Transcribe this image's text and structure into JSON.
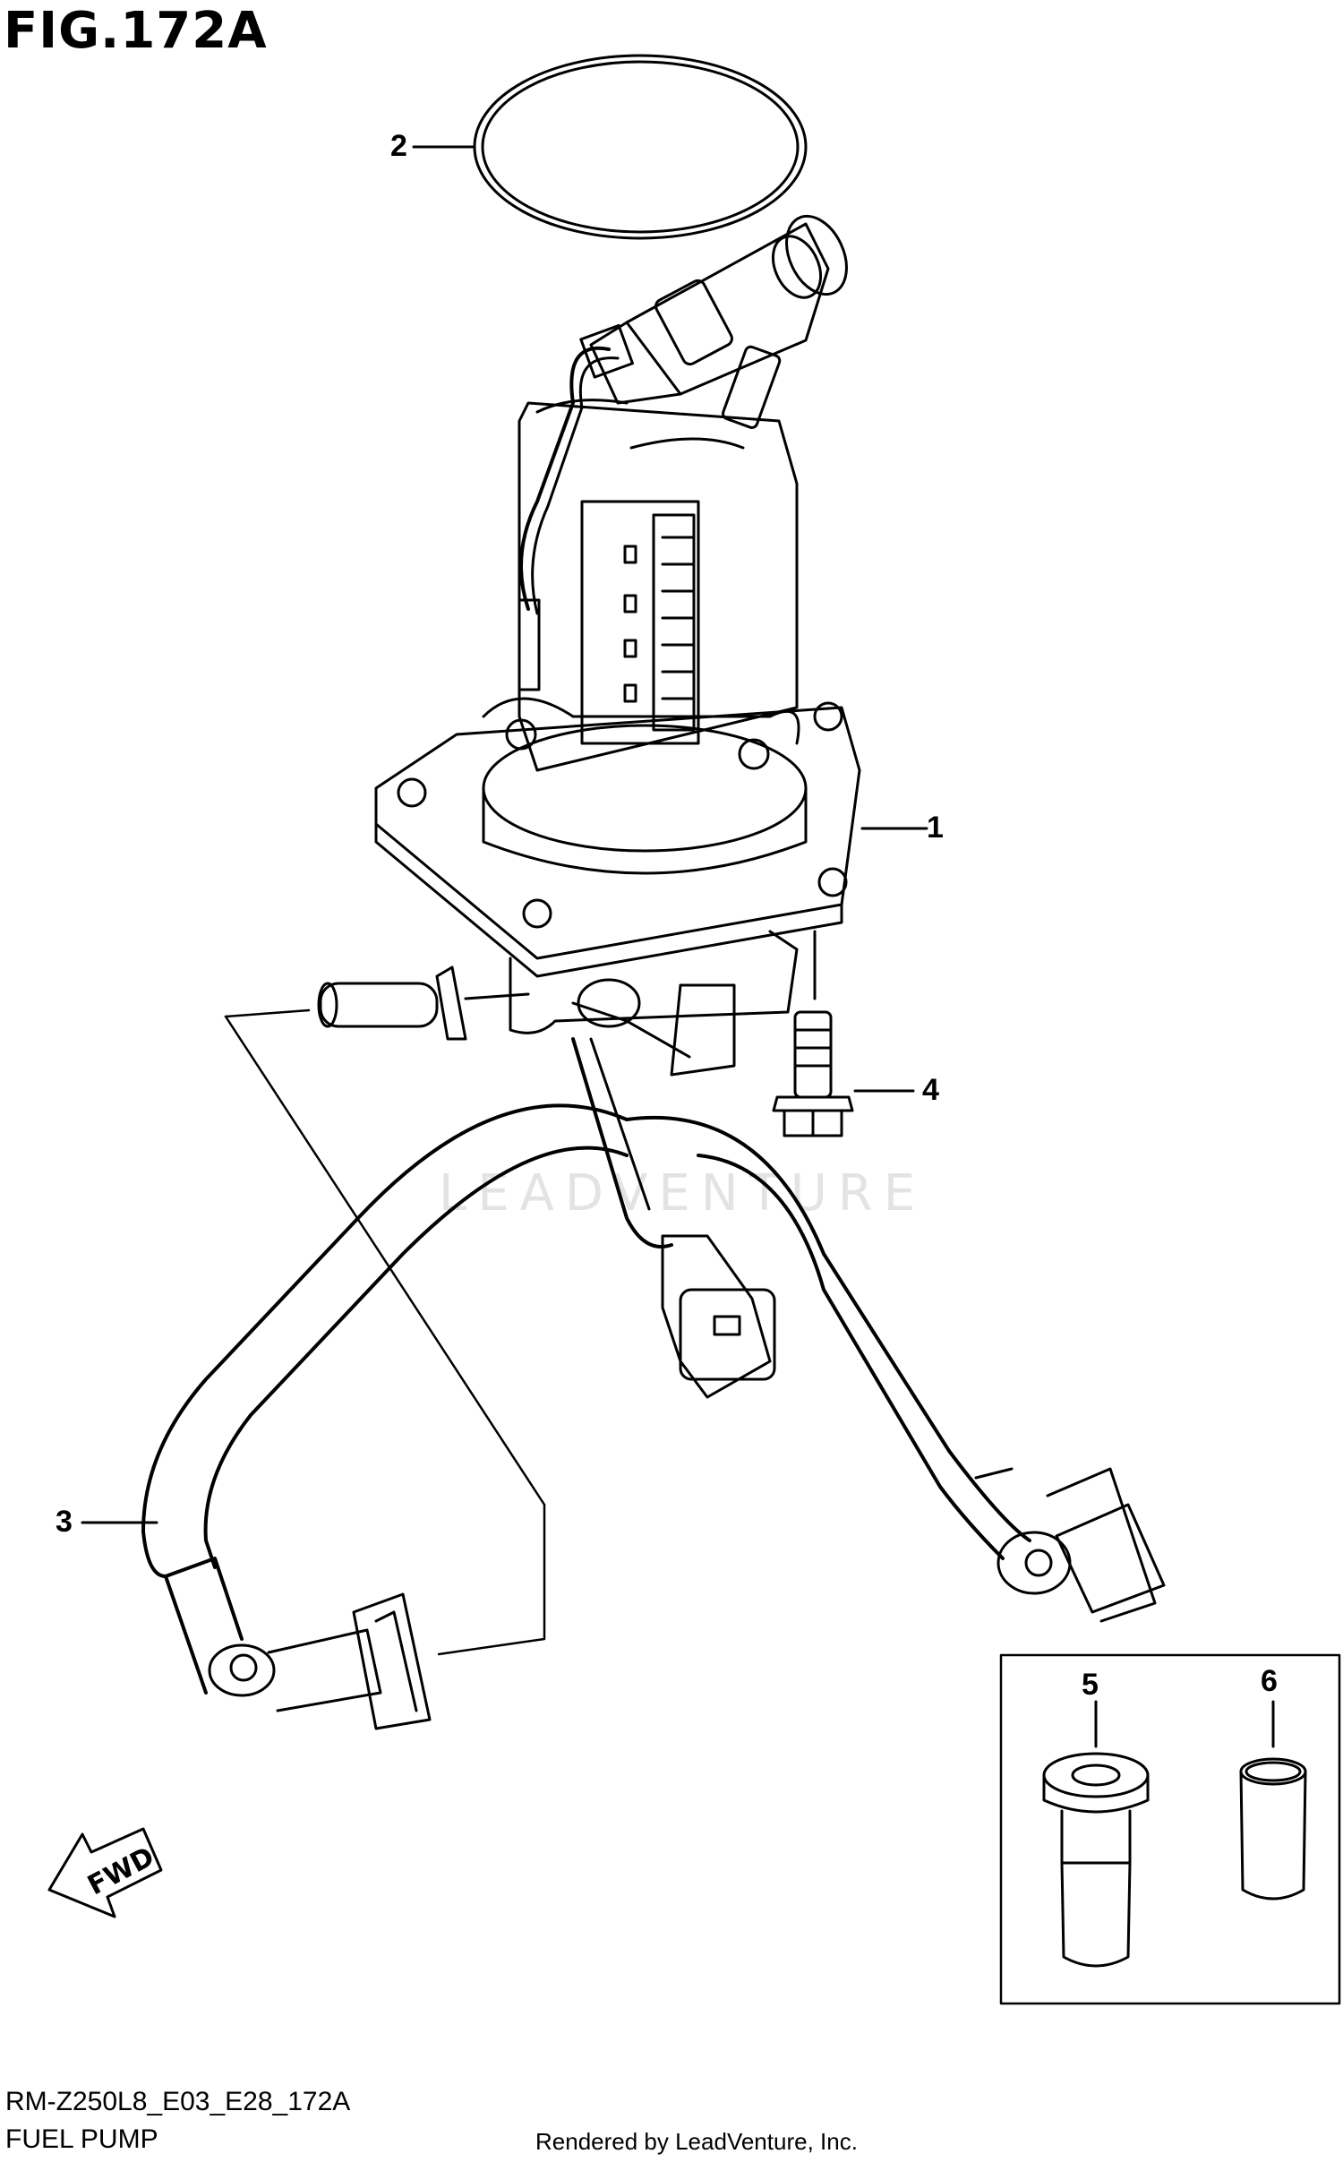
{
  "figure": {
    "title": "FIG.172A"
  },
  "callouts": [
    "1",
    "2",
    "3",
    "4",
    "5",
    "6"
  ],
  "footer": {
    "diagram_code": "RM-Z250L8_E03_E28_172A",
    "diagram_name": "FUEL PUMP",
    "credit": "Rendered by LeadVenture, Inc."
  },
  "watermark": "LEADVENTURE",
  "direction_arrow": "FWD",
  "colors": {
    "line": "#000000",
    "background": "#ffffff",
    "watermark": "#e3e3e3"
  }
}
